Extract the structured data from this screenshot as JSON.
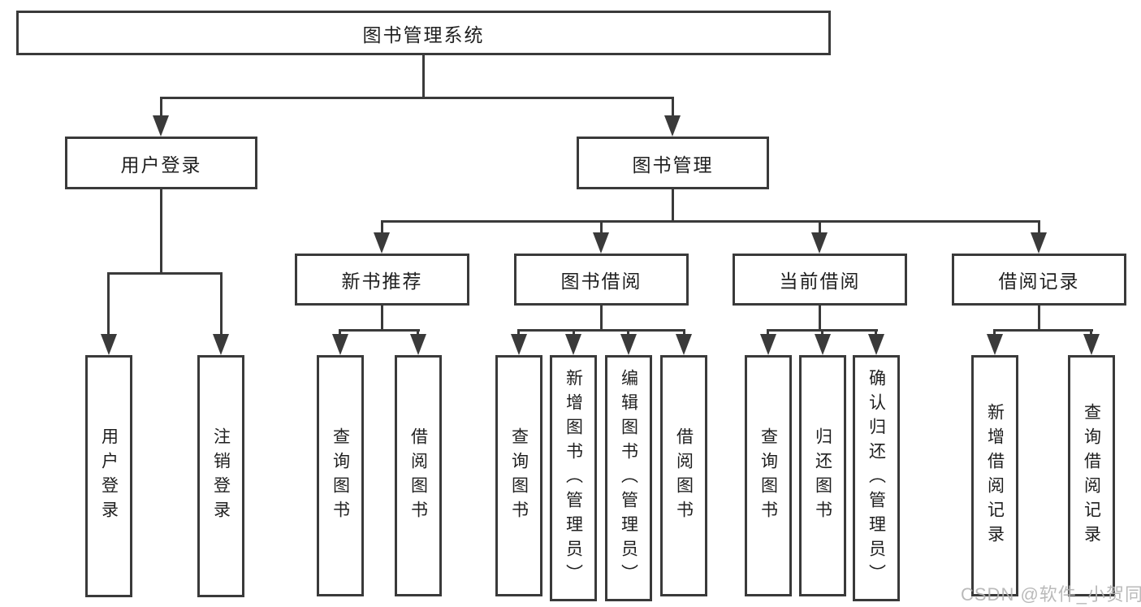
{
  "tree": {
    "root": {
      "label": "图书管理系统"
    },
    "children": [
      {
        "label": "用户登录",
        "children": [
          {
            "label": "用户登录"
          },
          {
            "label": "注销登录"
          }
        ]
      },
      {
        "label": "图书管理",
        "children": [
          {
            "label": "新书推荐",
            "children": [
              {
                "label": "查询图书"
              },
              {
                "label": "借阅图书"
              }
            ]
          },
          {
            "label": "图书借阅",
            "children": [
              {
                "label": "查询图书"
              },
              {
                "label": "新增图书（管理员）"
              },
              {
                "label": "编辑图书（管理员）"
              },
              {
                "label": "借阅图书"
              }
            ]
          },
          {
            "label": "当前借阅",
            "children": [
              {
                "label": "查询图书"
              },
              {
                "label": "归还图书"
              },
              {
                "label": "确认归还（管理员）"
              }
            ]
          },
          {
            "label": "借阅记录",
            "children": [
              {
                "label": "新增借阅记录"
              },
              {
                "label": "查询借阅记录"
              }
            ]
          }
        ]
      }
    ]
  },
  "watermark": {
    "text": "CSDN @软件_小贺同学"
  },
  "colors": {
    "line": "#3a3a3a",
    "text": "#1f1f1f",
    "background": "#ffffff",
    "watermark": "#b3b3b3"
  }
}
